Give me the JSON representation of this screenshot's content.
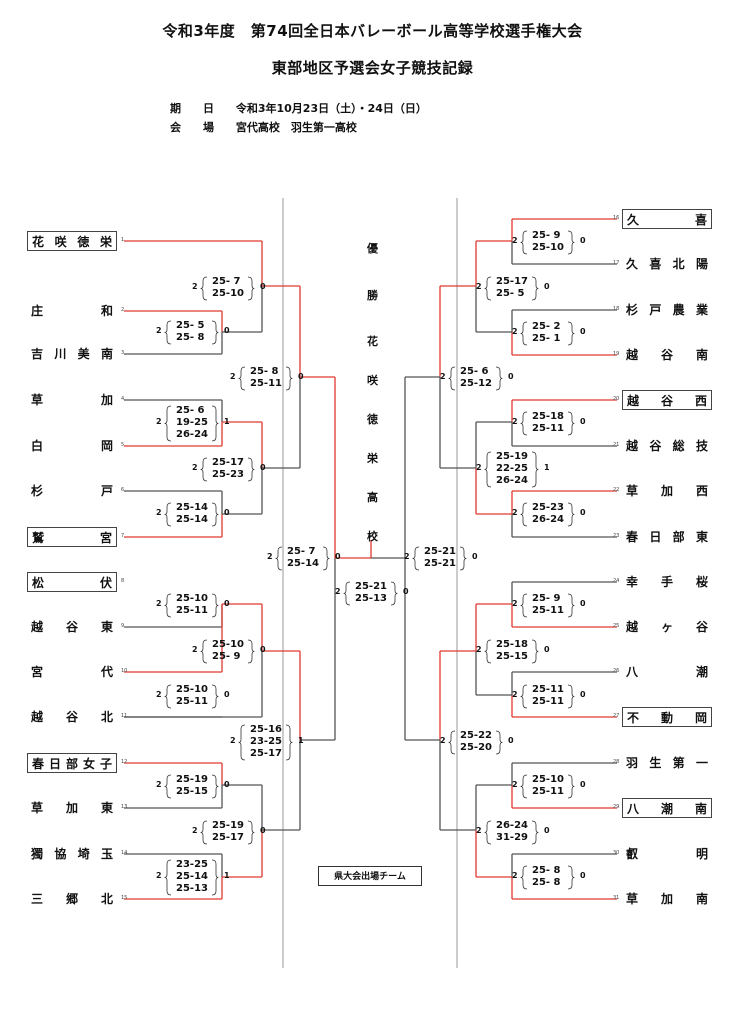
{
  "title": {
    "line1": "令和3年度　第74回全日本バレーボール高等学校選手権大会",
    "line2": "東部地区予選会女子競技記録"
  },
  "info": {
    "date_label": "期　　日",
    "date_value": "令和3年10月23日（土）・24日（日）",
    "venue_label": "会　　場",
    "venue_value": "宮代高校　羽生第一高校"
  },
  "champion": {
    "label_chars": [
      "優",
      "勝"
    ],
    "name_chars": [
      "花",
      "咲",
      "徳",
      "栄",
      "高",
      "校"
    ]
  },
  "legend": "県大会出場チーム",
  "teams_left": [
    {
      "num": "1",
      "name": [
        "花",
        "咲",
        "徳",
        "栄"
      ],
      "boxed": true
    },
    {
      "num": "2",
      "name": [
        "庄",
        "和"
      ],
      "boxed": false
    },
    {
      "num": "3",
      "name": [
        "吉",
        "川",
        "美",
        "南"
      ],
      "boxed": false
    },
    {
      "num": "4",
      "name": [
        "草",
        "加"
      ],
      "boxed": false
    },
    {
      "num": "5",
      "name": [
        "白",
        "岡"
      ],
      "boxed": false
    },
    {
      "num": "6",
      "name": [
        "杉",
        "戸"
      ],
      "boxed": false
    },
    {
      "num": "7",
      "name": [
        "鷲",
        "宮"
      ],
      "boxed": true
    },
    {
      "num": "8",
      "name": [
        "松",
        "伏"
      ],
      "boxed": true
    },
    {
      "num": "9",
      "name": [
        "越",
        "谷",
        "東"
      ],
      "boxed": false
    },
    {
      "num": "10",
      "name": [
        "宮",
        "代"
      ],
      "boxed": false
    },
    {
      "num": "11",
      "name": [
        "越",
        "谷",
        "北"
      ],
      "boxed": false
    },
    {
      "num": "12",
      "name": [
        "春",
        "日",
        "部",
        "女",
        "子"
      ],
      "boxed": true
    },
    {
      "num": "13",
      "name": [
        "草",
        "加",
        "東"
      ],
      "boxed": false
    },
    {
      "num": "14",
      "name": [
        "獨",
        "協",
        "埼",
        "玉"
      ],
      "boxed": false
    },
    {
      "num": "15",
      "name": [
        "三",
        "郷",
        "北"
      ],
      "boxed": false
    }
  ],
  "teams_right": [
    {
      "num": "16",
      "name": [
        "久",
        "喜"
      ],
      "boxed": true
    },
    {
      "num": "17",
      "name": [
        "久",
        "喜",
        "北",
        "陽"
      ],
      "boxed": false
    },
    {
      "num": "18",
      "name": [
        "杉",
        "戸",
        "農",
        "業"
      ],
      "boxed": false
    },
    {
      "num": "19",
      "name": [
        "越",
        "谷",
        "南"
      ],
      "boxed": false
    },
    {
      "num": "20",
      "name": [
        "越",
        "谷",
        "西"
      ],
      "boxed": true
    },
    {
      "num": "21",
      "name": [
        "越",
        "谷",
        "総",
        "技"
      ],
      "boxed": false
    },
    {
      "num": "22",
      "name": [
        "草",
        "加",
        "西"
      ],
      "boxed": false
    },
    {
      "num": "23",
      "name": [
        "春",
        "日",
        "部",
        "東"
      ],
      "boxed": false
    },
    {
      "num": "24",
      "name": [
        "幸",
        "手",
        "桜"
      ],
      "boxed": false
    },
    {
      "num": "25",
      "name": [
        "越",
        "ヶ",
        "谷"
      ],
      "boxed": false
    },
    {
      "num": "26",
      "name": [
        "八",
        "潮"
      ],
      "boxed": false
    },
    {
      "num": "27",
      "name": [
        "不",
        "動",
        "岡"
      ],
      "boxed": true
    },
    {
      "num": "28",
      "name": [
        "羽",
        "生",
        "第",
        "一"
      ],
      "boxed": false
    },
    {
      "num": "29",
      "name": [
        "八",
        "潮",
        "南"
      ],
      "boxed": true
    },
    {
      "num": "30",
      "name": [
        "叡",
        "明"
      ],
      "boxed": false
    },
    {
      "num": "31",
      "name": [
        "草",
        "加",
        "南"
      ],
      "boxed": false
    }
  ],
  "matches": [
    {
      "id": "L1",
      "sets": [
        "25- 5",
        "25- 8"
      ],
      "w": "2",
      "l": "0"
    },
    {
      "id": "L2",
      "sets": [
        "25- 7",
        "25-10"
      ],
      "w": "2",
      "l": "0"
    },
    {
      "id": "L3",
      "sets": [
        "25- 6",
        "19-25",
        "26-24"
      ],
      "w": "2",
      "l": "1"
    },
    {
      "id": "L4",
      "sets": [
        "25-14",
        "25-14"
      ],
      "w": "2",
      "l": "0"
    },
    {
      "id": "L5",
      "sets": [
        "25-17",
        "25-23"
      ],
      "w": "2",
      "l": "0"
    },
    {
      "id": "L6",
      "sets": [
        "25- 8",
        "25-11"
      ],
      "w": "2",
      "l": "0"
    },
    {
      "id": "L7",
      "sets": [
        "25-10",
        "25-11"
      ],
      "w": "2",
      "l": "0"
    },
    {
      "id": "L8",
      "sets": [
        "25-10",
        "25-11"
      ],
      "w": "2",
      "l": "0"
    },
    {
      "id": "L9",
      "sets": [
        "25-10",
        "25- 9"
      ],
      "w": "2",
      "l": "0"
    },
    {
      "id": "L10",
      "sets": [
        "25-19",
        "25-15"
      ],
      "w": "2",
      "l": "0"
    },
    {
      "id": "L11",
      "sets": [
        "23-25",
        "25-14",
        "25-13"
      ],
      "w": "2",
      "l": "1"
    },
    {
      "id": "L12",
      "sets": [
        "25-19",
        "25-17"
      ],
      "w": "2",
      "l": "0"
    },
    {
      "id": "L13",
      "sets": [
        "25-16",
        "23-25",
        "25-17"
      ],
      "w": "2",
      "l": "1"
    },
    {
      "id": "L14",
      "sets": [
        "25- 7",
        "25-14"
      ],
      "w": "2",
      "l": "0"
    },
    {
      "id": "F",
      "sets": [
        "25-21",
        "25-13"
      ],
      "w": "2",
      "l": "0"
    },
    {
      "id": "R1",
      "sets": [
        "25- 9",
        "25-10"
      ],
      "w": "2",
      "l": "0"
    },
    {
      "id": "R2",
      "sets": [
        "25- 2",
        "25- 1"
      ],
      "w": "2",
      "l": "0"
    },
    {
      "id": "R3",
      "sets": [
        "25-17",
        "25- 5"
      ],
      "w": "2",
      "l": "0"
    },
    {
      "id": "R4",
      "sets": [
        "25-18",
        "25-11"
      ],
      "w": "2",
      "l": "0"
    },
    {
      "id": "R5",
      "sets": [
        "25-23",
        "26-24"
      ],
      "w": "2",
      "l": "0"
    },
    {
      "id": "R6",
      "sets": [
        "25-19",
        "22-25",
        "26-24"
      ],
      "w": "2",
      "l": "1"
    },
    {
      "id": "R7",
      "sets": [
        "25- 6",
        "25-12"
      ],
      "w": "2",
      "l": "0"
    },
    {
      "id": "R8",
      "sets": [
        "25- 9",
        "25-11"
      ],
      "w": "2",
      "l": "0"
    },
    {
      "id": "R9",
      "sets": [
        "25-11",
        "25-11"
      ],
      "w": "2",
      "l": "0"
    },
    {
      "id": "R10",
      "sets": [
        "25-18",
        "25-15"
      ],
      "w": "2",
      "l": "0"
    },
    {
      "id": "R11",
      "sets": [
        "25-10",
        "25-11"
      ],
      "w": "2",
      "l": "0"
    },
    {
      "id": "R12",
      "sets": [
        "25- 8",
        "25- 8"
      ],
      "w": "2",
      "l": "0"
    },
    {
      "id": "R13",
      "sets": [
        "26-24",
        "31-29"
      ],
      "w": "2",
      "l": "0"
    },
    {
      "id": "R14",
      "sets": [
        "25-22",
        "25-20"
      ],
      "w": "2",
      "l": "0"
    },
    {
      "id": "R15",
      "sets": [
        "25-21",
        "25-21"
      ],
      "w": "2",
      "l": "0"
    }
  ],
  "colors": {
    "winner_line": "#e0392f",
    "loser_line": "#555555",
    "divider": "#999999"
  }
}
